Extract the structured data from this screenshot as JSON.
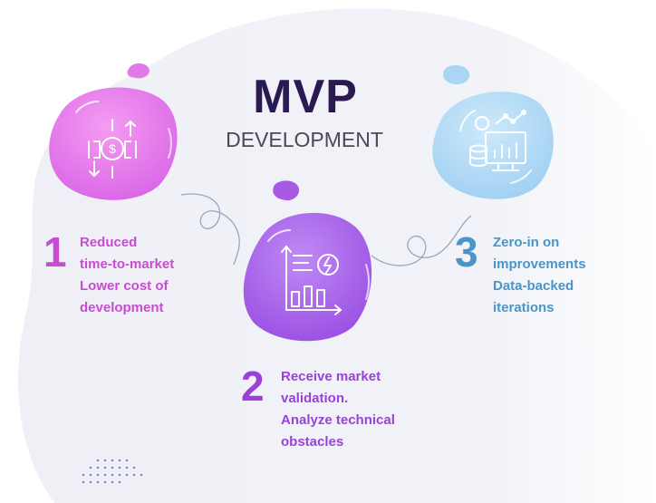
{
  "title": "MVP",
  "subtitle": "DEVELOPMENT",
  "steps": [
    {
      "number": "1",
      "lines": [
        "Reduced",
        "time-to-market",
        "Lower cost of",
        "development"
      ],
      "icon": "money-exchange-icon",
      "color": "#c94bd3"
    },
    {
      "number": "2",
      "lines": [
        "Receive market",
        "validation.",
        "Analyze technical",
        "obstacles"
      ],
      "icon": "analytics-chart-icon",
      "color": "#9b41d8"
    },
    {
      "number": "3",
      "lines": [
        "Zero-in on",
        "improvements",
        "Data-backed",
        "iterations"
      ],
      "icon": "data-dashboard-icon",
      "color": "#4a95c8"
    }
  ]
}
